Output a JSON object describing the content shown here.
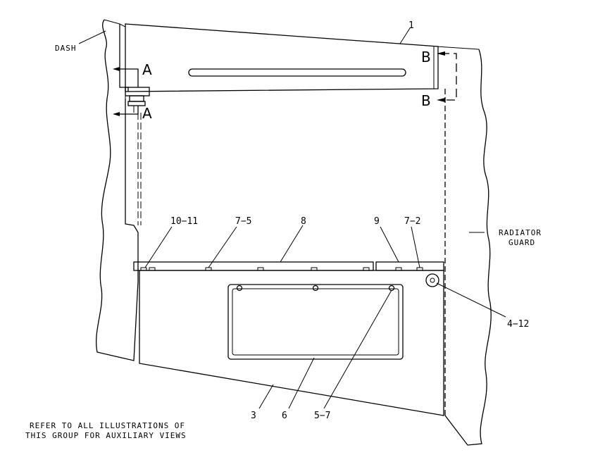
{
  "labels": {
    "dash": "DASH",
    "radiator_guard_line1": "RADIATOR",
    "radiator_guard_line2": "GUARD",
    "section_a_top": "A",
    "section_a_bottom": "A",
    "section_b_top": "B",
    "section_b_bottom": "B",
    "callout_1": "1",
    "callout_10_11": "10−11",
    "callout_7_5": "7−5",
    "callout_8": "8",
    "callout_9": "9",
    "callout_7_2": "7−2",
    "callout_4_12": "4−12",
    "callout_3": "3",
    "callout_6": "6",
    "callout_5_7": "5−7"
  },
  "note": {
    "line1": "REFER TO ALL ILLUSTRATIONS OF",
    "line2": "THIS GROUP FOR AUXILIARY VIEWS"
  }
}
